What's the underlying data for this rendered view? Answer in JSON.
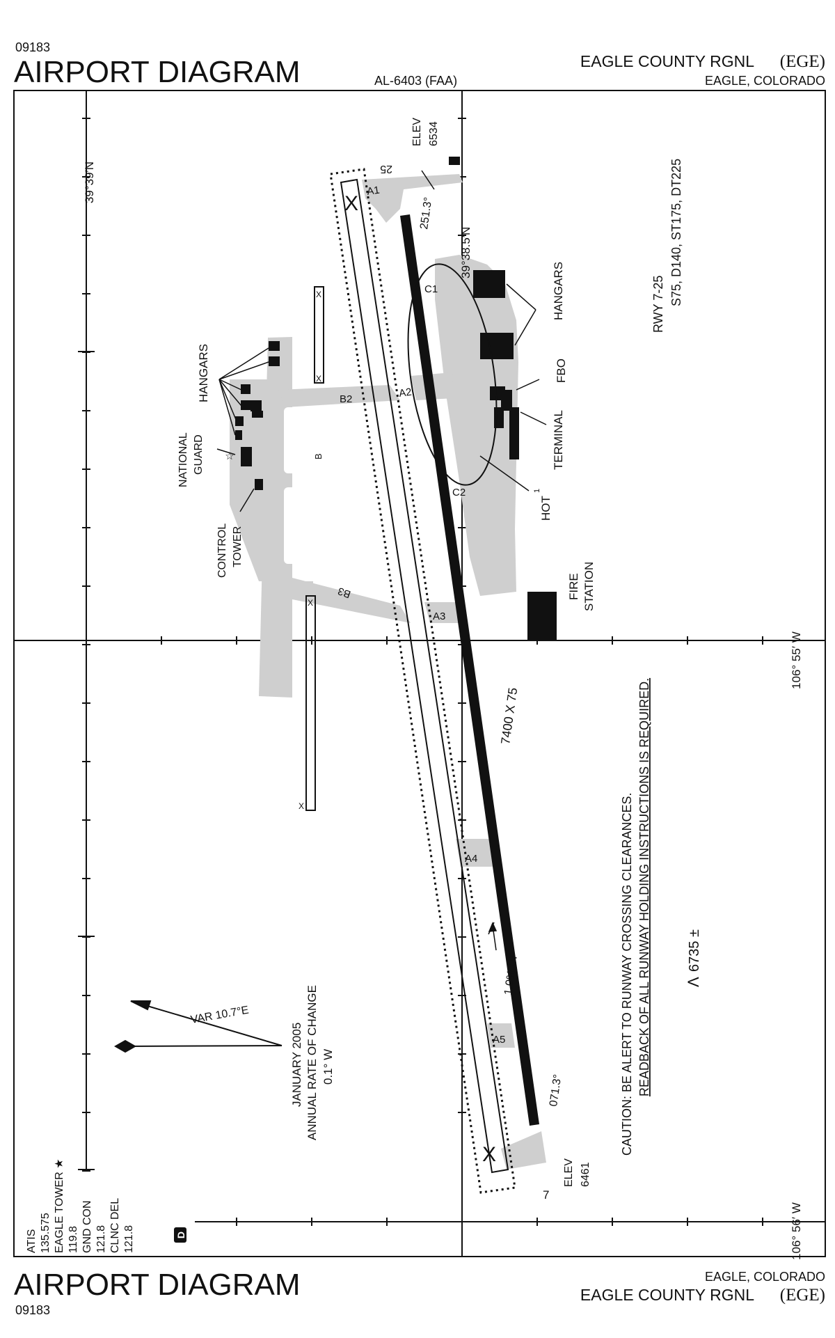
{
  "header": {
    "volume_date": "09183",
    "title": "AIRPORT DIAGRAM",
    "procedure_id": "AL-6403 (FAA)",
    "airport_name": "EAGLE COUNTY RGNL",
    "airport_id": "(EGE)",
    "city_state": "EAGLE, COLORADO"
  },
  "footer": {
    "title": "AIRPORT DIAGRAM",
    "volume_date": "09183",
    "city_state": "EAGLE, COLORADO",
    "airport_name": "EAGLE COUNTY RGNL",
    "airport_id": "(EGE)"
  },
  "coordinates": {
    "lat_top": "39°39′N",
    "lat_mid": "39°38.5′N",
    "lon_right": "106° 55′ W",
    "lon_left": "106° 56′ W"
  },
  "runway": {
    "designation": "RWY 7-25",
    "strength": "S75, D140, ST175, DT225",
    "dimensions": "7400 X 75",
    "gradient": "1.0% UP",
    "end_25_label": "25",
    "end_7_label": "7",
    "heading_25": "251.3°",
    "heading_7": "071.3°",
    "elev_label": "ELEV",
    "elev_25": "6534",
    "elev_7": "6461",
    "closed_mark": "X"
  },
  "taxiways": {
    "A1": "A1",
    "A2": "A2",
    "A3": "A3",
    "A4": "A4",
    "A5": "A5",
    "B": "B",
    "B2": "B2",
    "B3": "B3",
    "C1": "C1",
    "C2": "C2"
  },
  "labels": {
    "hangars": "HANGARS",
    "fbo": "FBO",
    "terminal": "TERMINAL",
    "hot": "HOT",
    "hot_superscript": "1",
    "fire_line1": "FIRE",
    "fire_line2": "STATION",
    "national_guard_line1": "NATIONAL",
    "national_guard_line2": "GUARD",
    "control_tower_line1": "CONTROL",
    "control_tower_line2": "TOWER"
  },
  "caution": {
    "line1": "CAUTION: BE ALERT TO RUNWAY CROSSING CLEARANCES.",
    "line2": "READBACK OF ALL RUNWAY HOLDING INSTRUCTIONS IS REQUIRED."
  },
  "obstacle": {
    "symbol": "Λ",
    "elevation": "6735 ±"
  },
  "magnetic": {
    "variation": "VAR 10.7°E",
    "line1": "JANUARY 2005",
    "line2": "ANNUAL RATE OF CHANGE",
    "line3": "0.1° W"
  },
  "frequencies": {
    "atis_label": "ATIS",
    "atis_freq": "135.575",
    "tower_label": "EAGLE TOWER ★",
    "tower_freq": "119.8",
    "gnd_label": "GND CON",
    "gnd_freq": "121.8",
    "clnc_label": "CLNC DEL",
    "clnc_freq": "121.8"
  },
  "badge": {
    "letter": "D"
  },
  "colors": {
    "pavement": "#cfcfcf",
    "runway": "#111111",
    "ink": "#111111",
    "background": "#ffffff"
  }
}
